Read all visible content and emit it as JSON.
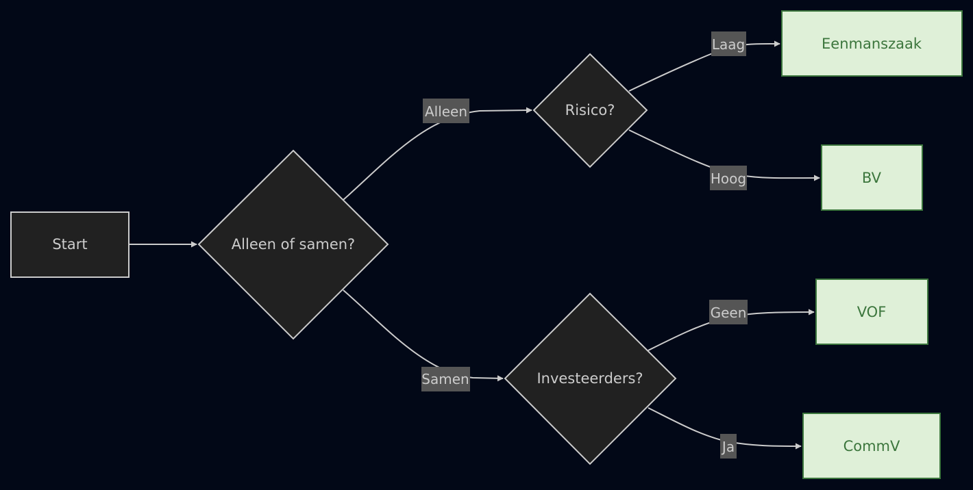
{
  "diagram": {
    "type": "flowchart",
    "direction": "LR",
    "colors": {
      "background": "#020817",
      "decision_fill": "#212121",
      "decision_stroke": "#cccccc",
      "outcome_fill": "#dff0d8",
      "outcome_stroke": "#3c763d",
      "outcome_text": "#3c763d",
      "edge": "#cccccc",
      "edge_label_bg": "#555555"
    },
    "nodes": {
      "start": "Start",
      "q1": "Alleen of samen?",
      "q2": "Risico?",
      "q3": "Investeerders?",
      "eenmanszaak": "Eenmanszaak",
      "bv": "BV",
      "vof": "VOF",
      "commv": "CommV"
    },
    "edges": {
      "start_q1": "",
      "q1_q2": "Alleen",
      "q1_q3": "Samen",
      "q2_eenmanszaak": "Laag",
      "q2_bv": "Hoog",
      "q3_vof": "Geen",
      "q3_commv": "Ja"
    }
  }
}
